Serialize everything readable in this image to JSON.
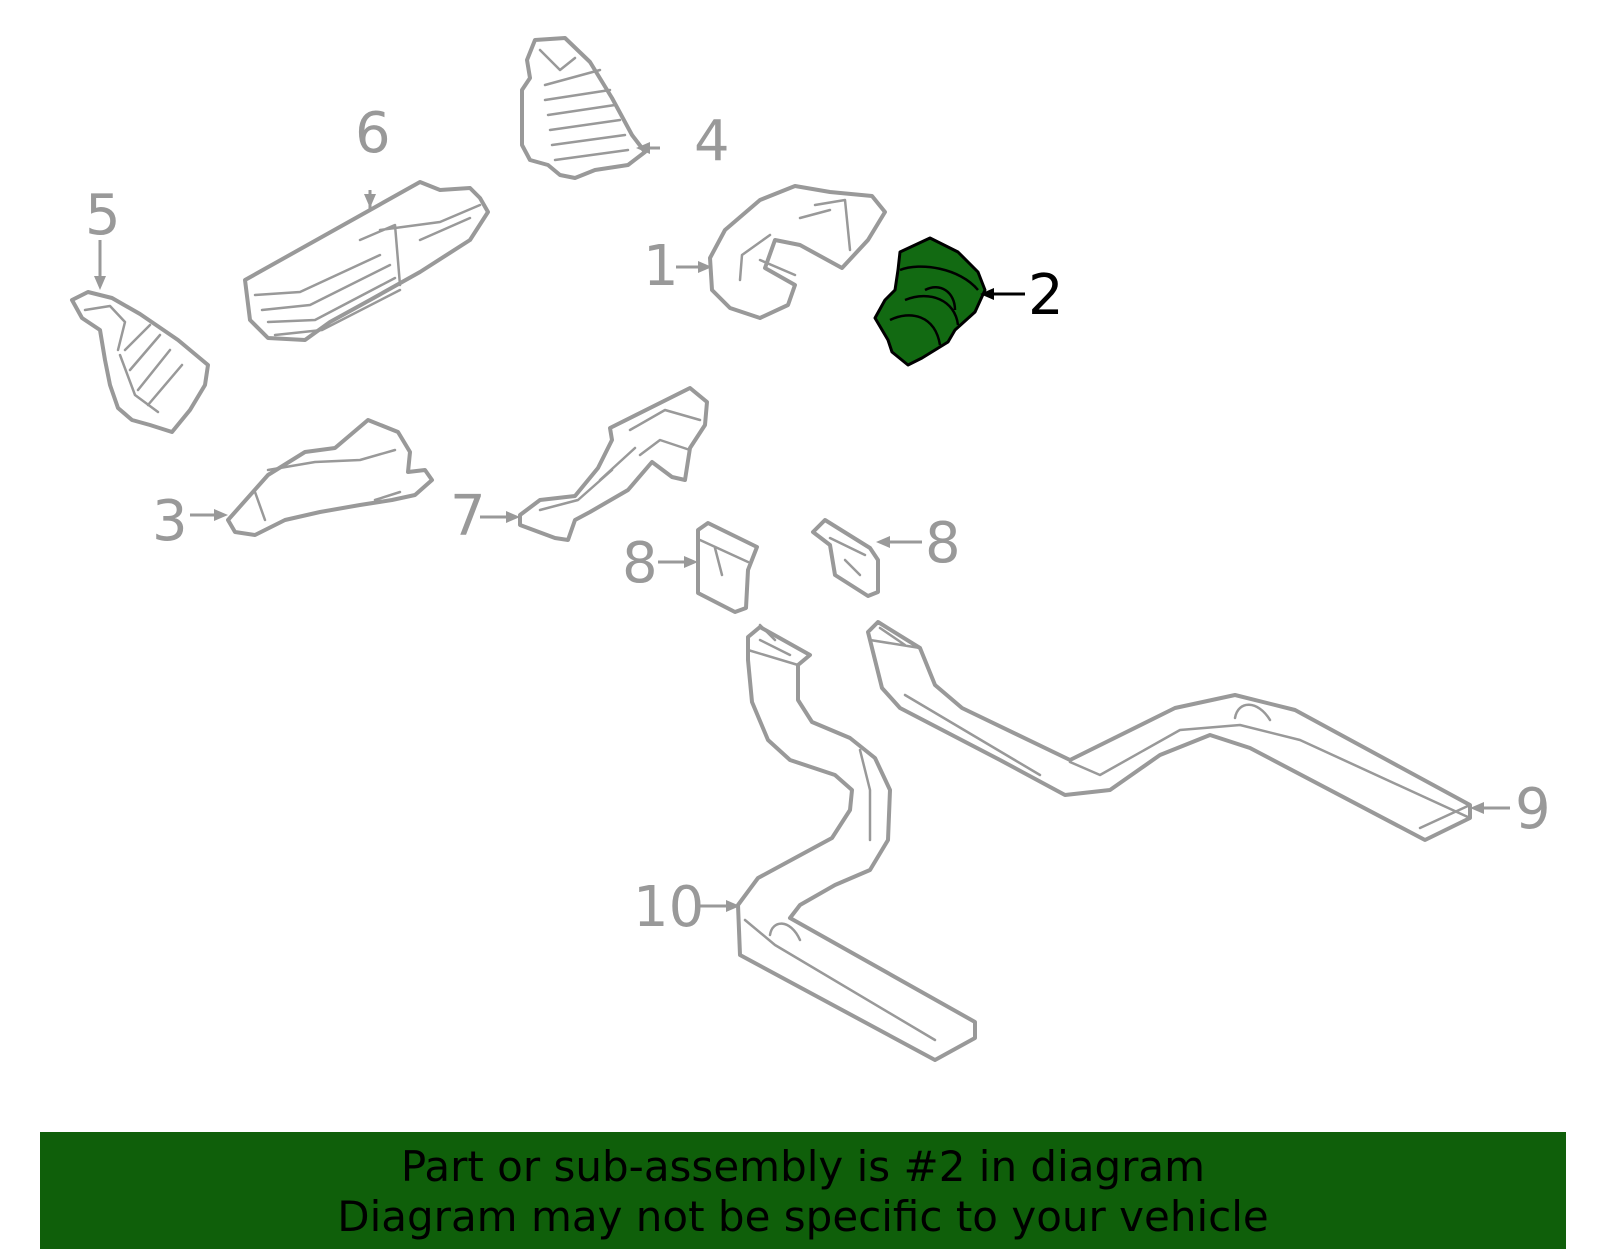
{
  "diagram": {
    "callouts": {
      "c1": "1",
      "c2": "2",
      "c3": "3",
      "c4": "4",
      "c5": "5",
      "c6": "6",
      "c7": "7",
      "c8a": "8",
      "c8b": "8",
      "c9": "9",
      "c10": "10"
    },
    "highlighted_part": "2",
    "colors": {
      "highlight_fill": "#126a12",
      "outline": "#999999",
      "banner": "#0f5f0a"
    }
  },
  "banner": {
    "line1": "Part or sub-assembly is #2 in diagram",
    "line2": "Diagram may not be specific to your vehicle"
  }
}
